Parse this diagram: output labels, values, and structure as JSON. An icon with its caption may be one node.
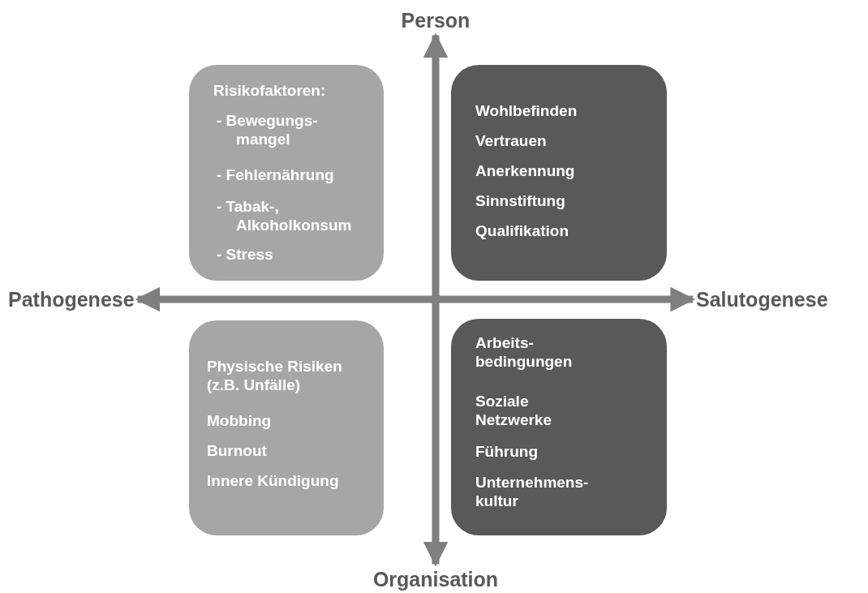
{
  "diagram": {
    "nodes": [
      {
        "text": [
          "Risikofaktoren:",
          "- Bewegungs- mangel",
          "- Fehlernährung",
          "- Tabak-, Alkoholkonsum",
          "- Stress"
        ]
      },
      {
        "text": [
          "Wohlbefinden",
          "Vertrauen",
          "Anerkennung",
          "Sinnstiftung",
          "Qualifikation"
        ]
      },
      {
        "text": [
          "Physische Risiken (z.B. Unfälle)",
          "Mobbing",
          "Burnout",
          "Innere Kündigung"
        ]
      },
      {
        "text": [
          "Arbeits- bedingungen",
          "Soziale Netzwerke",
          "Führung",
          "Unternehmens- kultur"
        ]
      },
      {
        "text": [
          "Person"
        ]
      },
      {
        "text": [
          "Pathogenese"
        ]
      },
      {
        "text": [
          "Salutogenese"
        ]
      },
      {
        "text": [
          "Organisation"
        ]
      }
    ],
    "edges": [
      {
        "from": 4,
        "to": 7,
        "arrow": "both"
      },
      {
        "from": 5,
        "to": 6,
        "arrow": "both"
      }
    ]
  }
}
